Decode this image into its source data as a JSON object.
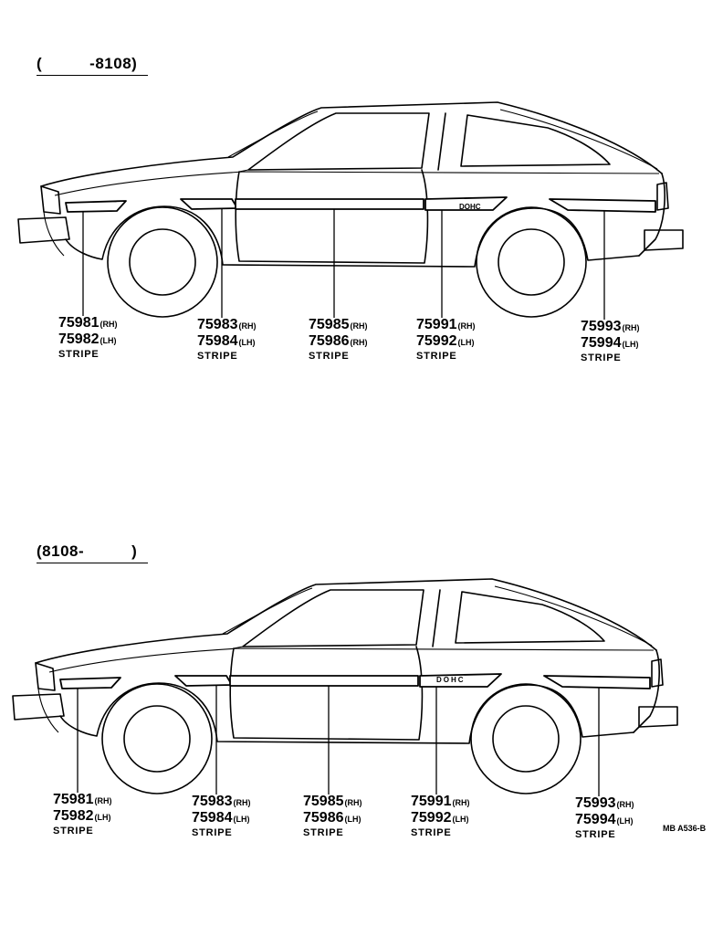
{
  "panels": [
    {
      "range_left": "(",
      "range_right": "-8108)",
      "strip_badge": "DOHC",
      "callouts": [
        {
          "rh_no": "75981",
          "rh_side": "(RH)",
          "lh_no": "75982",
          "lh_side": "(LH)",
          "desc": "STRIPE"
        },
        {
          "rh_no": "75983",
          "rh_side": "(RH)",
          "lh_no": "75984",
          "lh_side": "(LH)",
          "desc": "STRIPE"
        },
        {
          "rh_no": "75985",
          "rh_side": "(RH)",
          "lh_no": "75986",
          "lh_side": "(RH)",
          "desc": "STRIPE"
        },
        {
          "rh_no": "75991",
          "rh_side": "(RH)",
          "lh_no": "75992",
          "lh_side": "(LH)",
          "desc": "STRIPE"
        },
        {
          "rh_no": "75993",
          "rh_side": "(RH)",
          "lh_no": "75994",
          "lh_side": "(LH)",
          "desc": "STRIPE"
        }
      ]
    },
    {
      "range_left": "(8108-",
      "range_right": ")",
      "strip_badge": "DOHC",
      "callouts": [
        {
          "rh_no": "75981",
          "rh_side": "(RH)",
          "lh_no": "75982",
          "lh_side": "(LH)",
          "desc": "STRIPE"
        },
        {
          "rh_no": "75983",
          "rh_side": "(RH)",
          "lh_no": "75984",
          "lh_side": "(LH)",
          "desc": "STRIPE"
        },
        {
          "rh_no": "75985",
          "rh_side": "(RH)",
          "lh_no": "75986",
          "lh_side": "(LH)",
          "desc": "STRIPE"
        },
        {
          "rh_no": "75991",
          "rh_side": "(RH)",
          "lh_no": "75992",
          "lh_side": "(LH)",
          "desc": "STRIPE"
        },
        {
          "rh_no": "75993",
          "rh_side": "(RH)",
          "lh_no": "75994",
          "lh_side": "(LH)",
          "desc": "STRIPE"
        }
      ]
    }
  ],
  "figure_code": "MB A536-B"
}
